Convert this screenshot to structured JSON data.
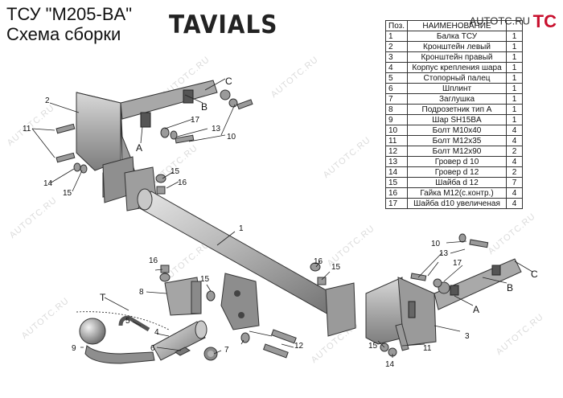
{
  "title": {
    "line1": "ТСУ  \"M205-BA\"",
    "line2": "Схема сборки"
  },
  "logo": "TAVIALS",
  "brand": {
    "mark": "TC",
    "text": "AUTOTC.RU"
  },
  "watermark": "AUTOTC.RU",
  "table": {
    "headers": {
      "pos": "Поз.",
      "name": "НАИМЕНОВАНИЕ",
      "qty": ""
    },
    "rows": [
      {
        "pos": "1",
        "name": "Балка ТСУ",
        "qty": "1"
      },
      {
        "pos": "2",
        "name": "Кронштейн левый",
        "qty": "1"
      },
      {
        "pos": "3",
        "name": "Кронштейн правый",
        "qty": "1"
      },
      {
        "pos": "4",
        "name": "Корпус крепления шара",
        "qty": "1"
      },
      {
        "pos": "5",
        "name": "Стопорный палец",
        "qty": "1"
      },
      {
        "pos": "6",
        "name": "Шплинт",
        "qty": "1"
      },
      {
        "pos": "7",
        "name": "Заглушка",
        "qty": "1"
      },
      {
        "pos": "8",
        "name": "Подрозетник тип A",
        "qty": "1"
      },
      {
        "pos": "9",
        "name": "Шар SH15BA",
        "qty": "1"
      },
      {
        "pos": "10",
        "name": "Болт М10х40",
        "qty": "4"
      },
      {
        "pos": "11",
        "name": "Болт М12х35",
        "qty": "4"
      },
      {
        "pos": "12",
        "name": "Болт М12х90",
        "qty": "2"
      },
      {
        "pos": "13",
        "name": "Гровер d 10",
        "qty": "4"
      },
      {
        "pos": "14",
        "name": "Гровер d 12",
        "qty": "2"
      },
      {
        "pos": "15",
        "name": "Шайба d 12",
        "qty": "7"
      },
      {
        "pos": "16",
        "name": "Гайка М12(с.контр.)",
        "qty": "4"
      },
      {
        "pos": "17",
        "name": "Шайба d10 увеличеная",
        "qty": "4"
      }
    ]
  },
  "callouts": {
    "c1": "1",
    "c2": "2",
    "c3": "3",
    "c4": "4",
    "c5": "5",
    "c6": "6",
    "c7": "7",
    "c8": "8",
    "c9": "9",
    "c10a": "10",
    "c10b": "10",
    "c11a": "11",
    "c11b": "11",
    "c12": "12",
    "c13a": "13",
    "c13b": "13",
    "c14a": "14",
    "c14b": "14",
    "c15a": "15",
    "c15b": "15",
    "c15c": "15",
    "c15d": "15",
    "c15e": "15",
    "c16a": "16",
    "c16b": "16",
    "c16c": "16",
    "c17a": "17",
    "c17b": "17",
    "A1": "A",
    "B1": "B",
    "C1": "C",
    "A2": "A",
    "B2": "B",
    "C2": "C",
    "T": "T"
  }
}
